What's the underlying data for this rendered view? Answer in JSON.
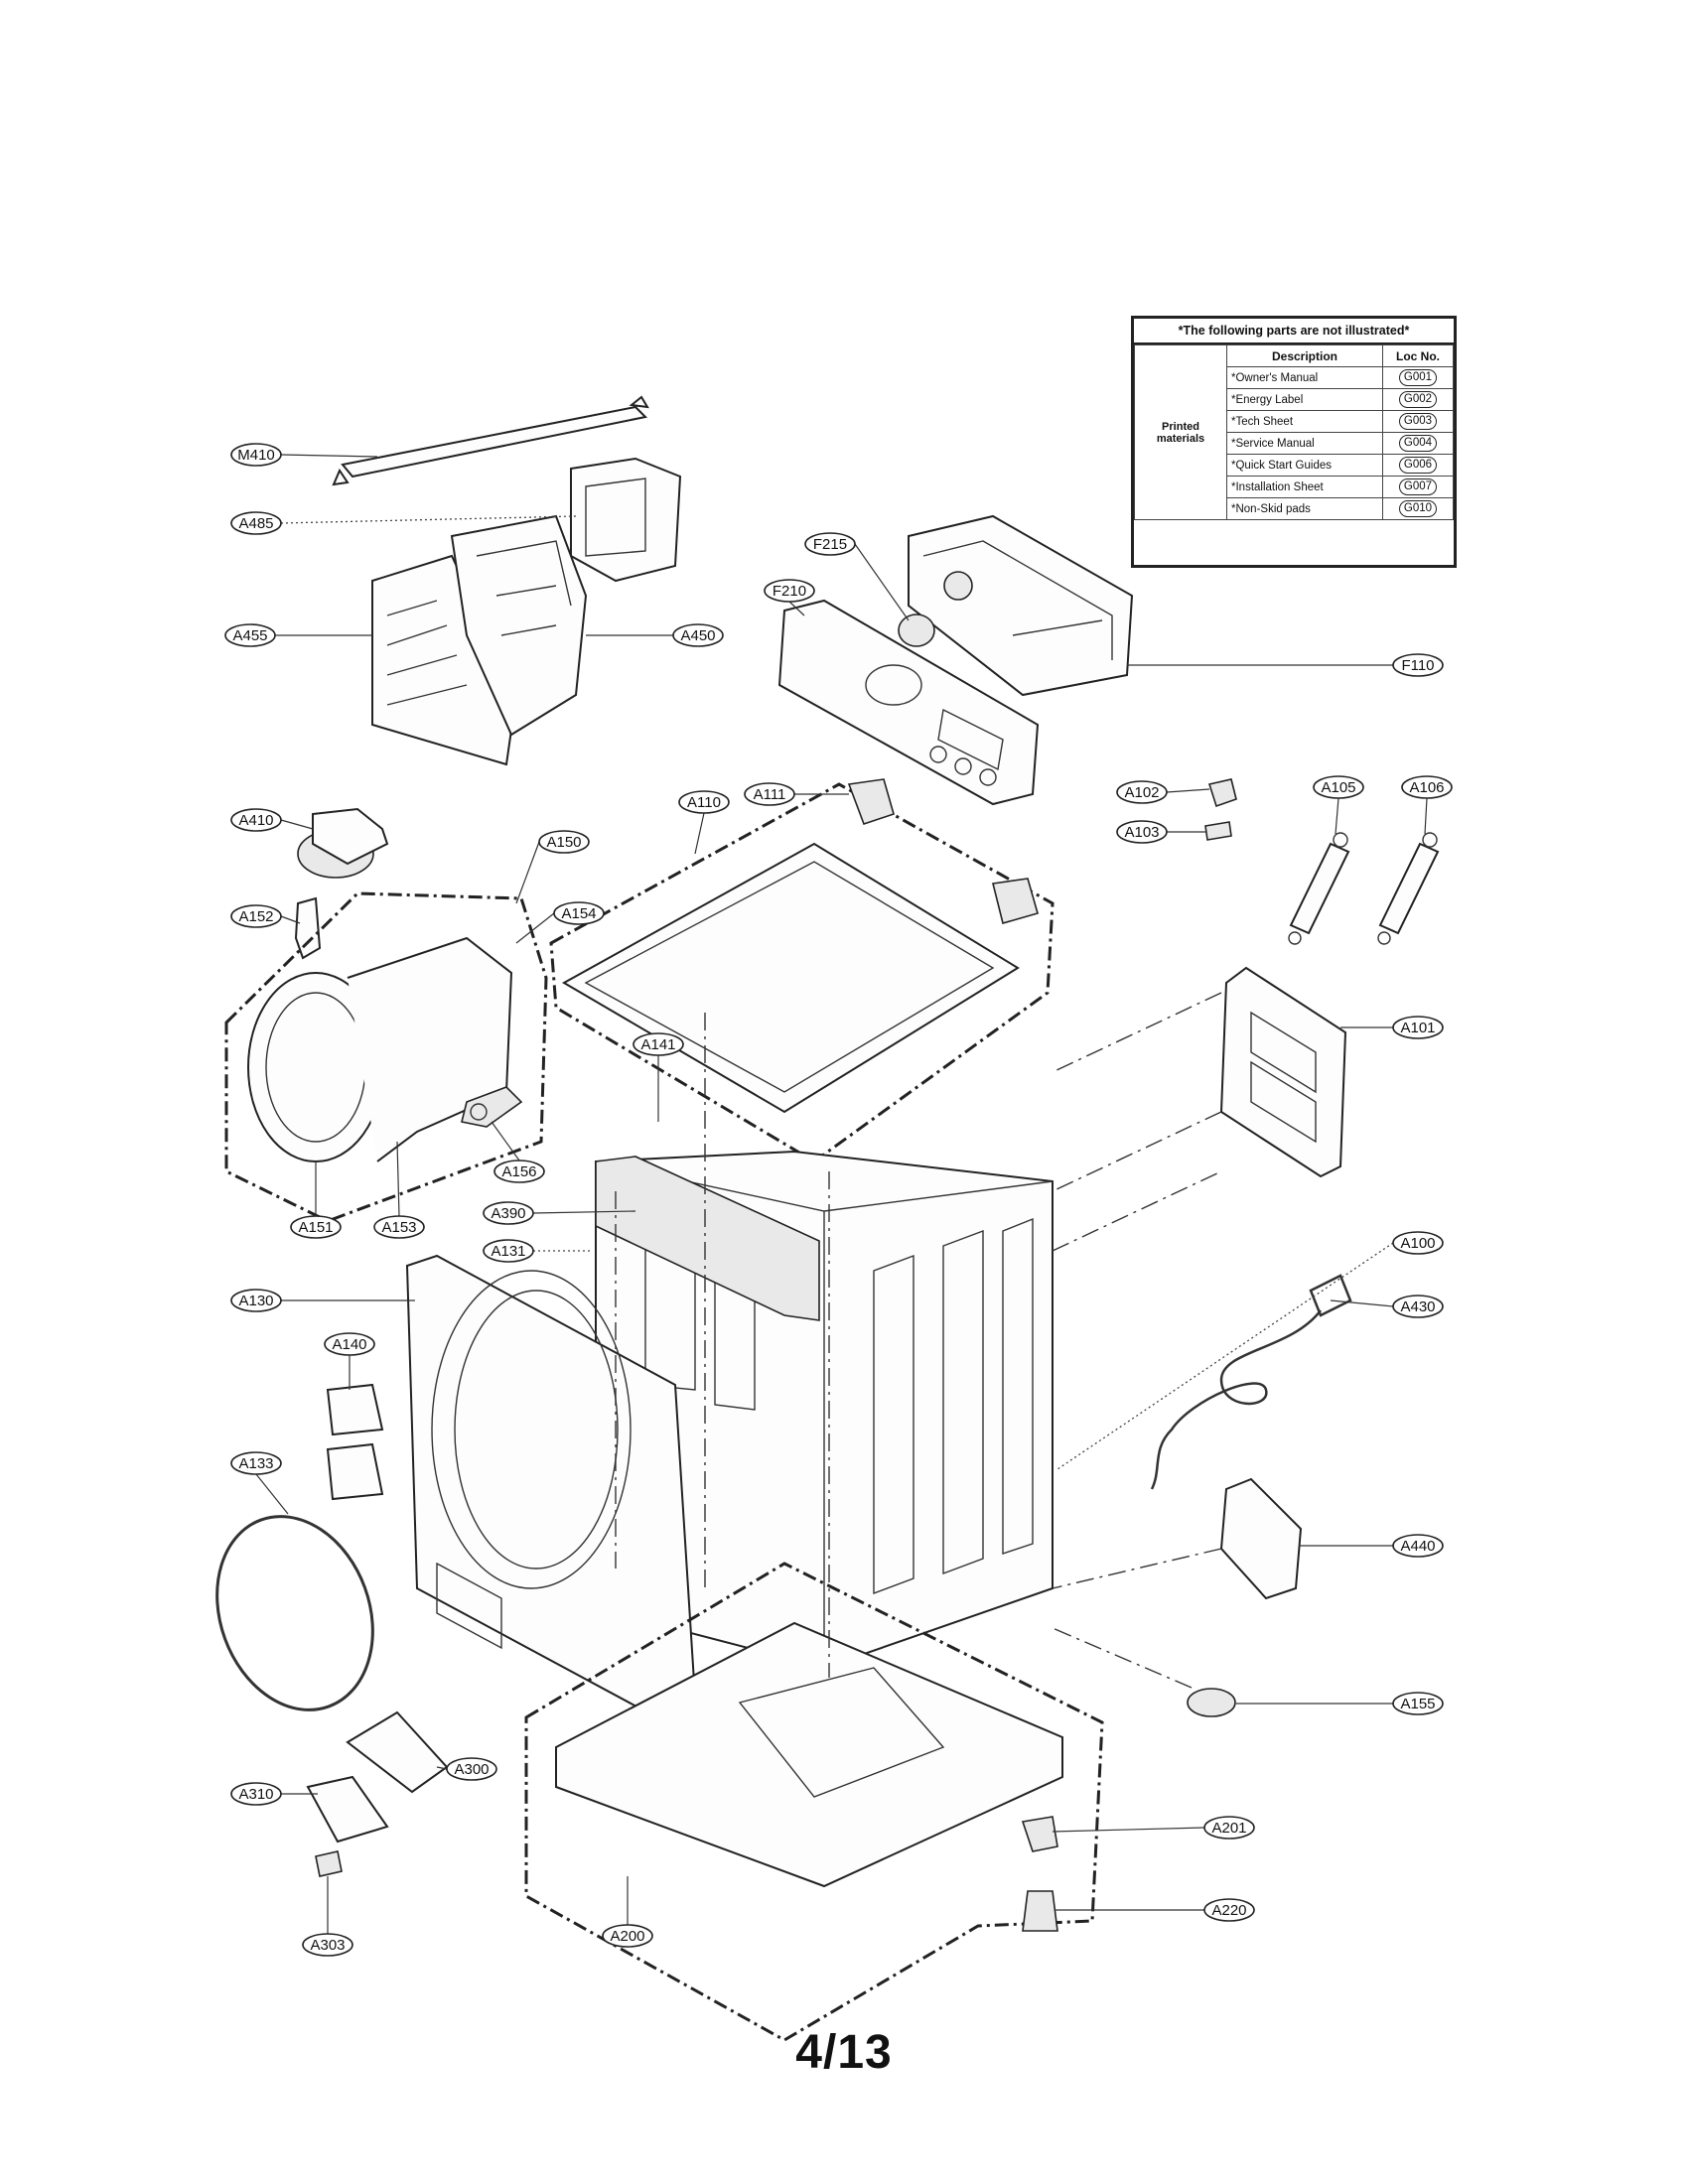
{
  "legend": {
    "header": "*The following parts are not illustrated*",
    "col_description": "Description",
    "col_loc": "Loc No.",
    "category": "Printed materials",
    "rows": [
      {
        "description": "*Owner's Manual",
        "loc": "G001"
      },
      {
        "description": "*Energy Label",
        "loc": "G002"
      },
      {
        "description": "*Tech Sheet",
        "loc": "G003"
      },
      {
        "description": "*Service Manual",
        "loc": "G004"
      },
      {
        "description": "*Quick Start Guides",
        "loc": "G006"
      },
      {
        "description": "*Installation Sheet",
        "loc": "G007"
      },
      {
        "description": "*Non-Skid pads",
        "loc": "G010"
      }
    ]
  },
  "labels": {
    "M410": "M410",
    "A485": "A485",
    "A455": "A455",
    "A450": "A450",
    "F215": "F215",
    "F210": "F210",
    "F110": "F110",
    "A410": "A410",
    "A150": "A150",
    "A152": "A152",
    "A154": "A154",
    "A110": "A110",
    "A111": "A111",
    "A102": "A102",
    "A103": "A103",
    "A105": "A105",
    "A106": "A106",
    "A101": "A101",
    "A141": "A141",
    "A156": "A156",
    "A151": "A151",
    "A153": "A153",
    "A390": "A390",
    "A131": "A131",
    "A130": "A130",
    "A100": "A100",
    "A430": "A430",
    "A140": "A140",
    "A133": "A133",
    "A440": "A440",
    "A155": "A155",
    "A310": "A310",
    "A300": "A300",
    "A201": "A201",
    "A303": "A303",
    "A200": "A200",
    "A220": "A220"
  },
  "page_number": "4/13"
}
